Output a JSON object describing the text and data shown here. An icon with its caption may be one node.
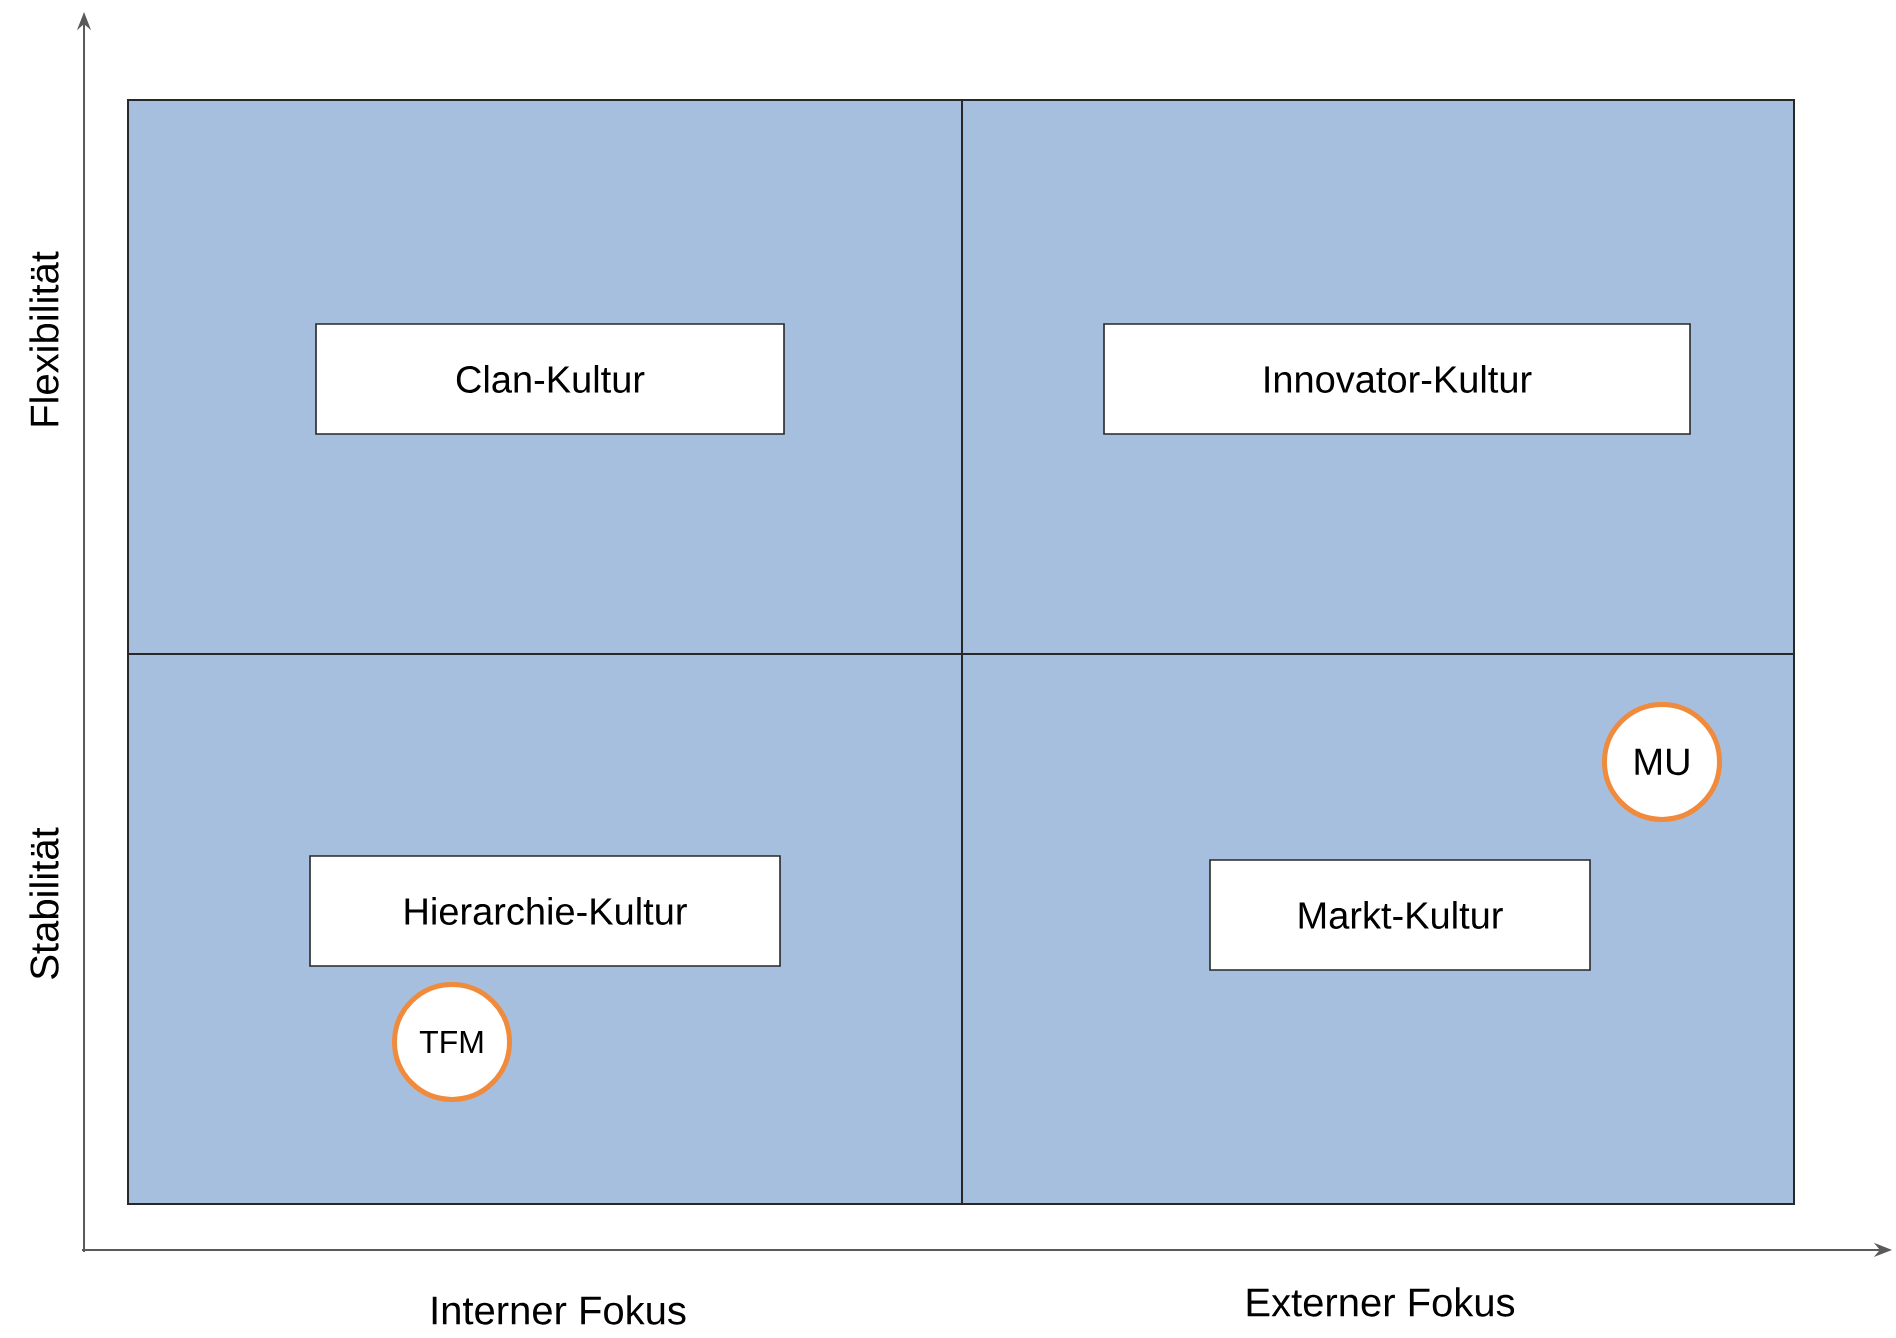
{
  "diagram": {
    "nodes": [
      {
        "text": [],
        "shape": "box"
      },
      {
        "text": [],
        "shape": "box"
      },
      {
        "text": [],
        "shape": "box"
      },
      {
        "text": [],
        "shape": "box"
      },
      {
        "text": [
          "Clan-Kultur"
        ],
        "in": 0
      },
      {
        "text": [
          "Innovator-Kultur"
        ],
        "in": 1
      },
      {
        "text": [
          "Hierarchie-Kultur"
        ],
        "in": 2
      },
      {
        "text": [
          "TFM"
        ],
        "in": 2
      },
      {
        "text": [
          "MU"
        ],
        "in": 3
      },
      {
        "text": [
          "Markt-Kultur"
        ],
        "in": 3
      }
    ],
    "labels": [
      "Flexibilität",
      "Stabilität",
      "Interner Fokus",
      "Externer Fokus"
    ]
  }
}
